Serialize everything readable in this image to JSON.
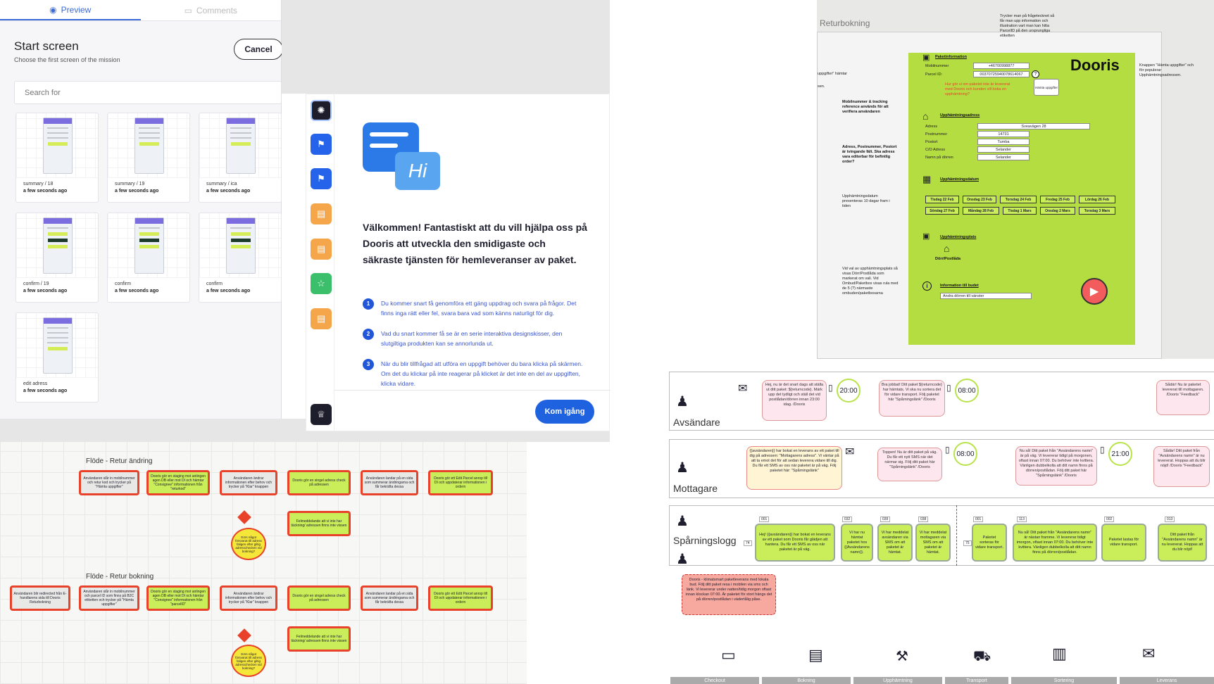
{
  "panel1": {
    "tabs": [
      "Preview",
      "Comments"
    ],
    "title": "Start screen",
    "subtitle": "Choose the first screen of the mission",
    "cancel": "Cancel",
    "search_placeholder": "Search for",
    "thumbs": [
      {
        "name": "summary / 18",
        "time": "a few seconds ago"
      },
      {
        "name": "summary / 19",
        "time": "a few seconds ago"
      },
      {
        "name": "summary / ica",
        "time": "a few seconds ago"
      },
      {
        "name": "confirm / 19",
        "time": "a few seconds ago"
      },
      {
        "name": "confirm",
        "time": "a few seconds ago"
      },
      {
        "name": "confirm",
        "time": "a few seconds ago"
      },
      {
        "name": "edit adress",
        "time": "a few seconds ago"
      }
    ]
  },
  "panel2": {
    "hi": "Hi",
    "heading": "Välkommen! Fantastiskt att du vill hjälpa oss på Dooris att utveckla den smidigaste och säkraste tjänsten för hemleveranser av paket.",
    "items": [
      {
        "n": "1",
        "text": "Du kommer snart få genomföra ett gäng uppdrag och svara på frågor. Det finns inga rätt eller fel, svara bara vad som känns naturligt för dig."
      },
      {
        "n": "2",
        "text": "Vad du snart kommer få se är en serie interaktiva designskisser, den slutgiltiga produkten kan se annorlunda ut."
      },
      {
        "n": "3",
        "text": "När du blir tillfrågad att utföra en uppgift behöver du bara klicka på skärmen. Om det du klickar på inte reagerar på klicket är det inte en del av uppgiften, klicka vidare."
      }
    ],
    "start": "Kom igång"
  },
  "panel3": {
    "frame_title": "Returbokning",
    "brand": "Dooris",
    "top_note": "Trycker man på frågetecknet så får man upp information och illustration vart man kan hitta ParcelID på den ursprungliga etiketten",
    "right_note": "Knappen \"Hämta uppgifter\" och för populerar Upphämtningsadressen.",
    "left_note_top": "uppgifter\" hämtar",
    "left_note_top2": "sen.",
    "notes_left": [
      "Mobilnummer & tracking reference används för att verifiera användaren",
      "Adress, Postnummer, Postort är tvingande fält. Ska adress vara editerbar för befintlig order?",
      "Upphämtningsdatum presenteras 10 dagar fram i tiden",
      "Vid val av upphämtningsplats så visas Dörr/Postlåda som markerat om vali. Vid Ombud/Paketbox visas rula med de 5 (?) närmaste ombuden/paketboxarna"
    ],
    "paket_header": "Paketinformation",
    "mobil_label": "Mobilnummer",
    "mobil_val": "+46700998877",
    "parcel_label": "Parcel ID:",
    "parcel_val": "00370725940078614067",
    "hamta": "Hämta uppgifter",
    "red_q": "Hur gör vi om paketet inte är levererat med Dooris och kunden vill boka en upphämtning?",
    "addr_header": "Upphämtningsadress",
    "addr_rows": [
      {
        "l": "Adress",
        "v": "Sveavägen 28"
      },
      {
        "l": "Postnummer",
        "v": "14731"
      },
      {
        "l": "Postort",
        "v": "Tumba"
      },
      {
        "l": "C/O Adress",
        "v": "Selander"
      },
      {
        "l": "Namn på dörren",
        "v": "Selander"
      }
    ],
    "date_header": "Upphämtningsdatum",
    "dates": [
      "Tisdag 22 Feb",
      "Onsdag 23 Feb",
      "Torsdag 24 Feb",
      "Fredag 25 Feb",
      "Lördag 26 Feb",
      "Söndag 27 Feb",
      "Måndag 28 Feb",
      "Tisdag 1 Mars",
      "Onsdag 2 Mars",
      "Torsdag 3 Mars"
    ],
    "place_header": "Upphämtningsplats",
    "place_val": "Dörr/Postlåda",
    "info_header": "Information till budet",
    "info_val": "Andra dörren till vänster"
  },
  "panel4": {
    "flow1_title": "Flöde - Retur ändring",
    "flow2_title": "Flöde - Retur bokning",
    "flow1": [
      "Användaren slår in mobilnummer och retur kod och trycker på \"Hämta uppgifter\"",
      "Dooris gör en staging mot antingen agen DB eller mot DI och hämtar \"Consignee\" informationen från \"returkod\"",
      "Användaren ändrar informationen efter behov och trycker på \"Klar\" knappen",
      "Dooris gör en singel adress check på adressen",
      "Användaren landar på en sida som summerar ändringarna och får bekräfta dessa",
      "Dooris gör ett Edit Parcel anrop till DI och uppdaterar informationen i ordern"
    ],
    "flow1_err": "Felmeddelande att vi inte har täckning/ adressen finns inte vissen",
    "flow1_q": "Görs något försvarat till adress faligen efter giltig adresschecken vid bokning?",
    "flow2": [
      "Användaren blir redirected från E-handlarens sida till Dooris Returbokning",
      "Användaren slår in mobilnummer och parcel ID som finns på B2C etiketten och trycker på \"Hämta uppgifter\"",
      "Dooris gör en staging mot antingen agen DB eller mot DI och hämtar \"Consignee\" informationen från \"parcelID\"",
      "Användaren ändrar informationen efter behov och trycker på \"Klar\" knappen",
      "Dooris gör en singel adress check på adressen",
      "Användaren landar på en sida som summerar ändringarna och får bekräfta dessa",
      "Dooris gör ett Edit Parcel anrop till DI och uppdaterar informationen i ordern"
    ],
    "flow2_err": "Felmeddelande att vi inte har täckning/ adressen finns inte vissen",
    "flow2_q": "Görs något försvarat till adress faligen efter giltig adresschecken vid bokning?"
  },
  "panel5": {
    "lanes": [
      "Avsändare",
      "Mottagare",
      "Spårningslogg"
    ],
    "avs_bubbles": [
      "Hej, nu är det snart dags att ställa ut ditt paket: ${returncode}. Märk upp det tydligt och ställ det vid postlådan/dörren innan 23:00 idag. /Dooris",
      "Bra jobbat! Ditt paket ${returncode} har hämtats. Vi ska nu sortera det för vidare transport. Följ paketet här \"Spårningslänk\" /Dooris",
      "Sådär! Nu är paketet levererat till mottagaren. /Dooris \"Feedback\""
    ],
    "avs_times": [
      "20:00",
      "08:00"
    ],
    "mot_bubbles": [
      "{{avsändaren}} har bokat en leverans av ett paket till dig på adressen: \"Mottagarens adress\". Vi väntar på att ta emot det för att sedan leverera vidare till dig. Du får ett SMS av oss när paketet är på väg. Följ paketet här: \"Spårningslänk\"",
      "Toppen! Nu är ditt paket på väg. Du får ett nytt SMS när det närmar sig. Följ ditt paket här \"Spårningslänk\" /Dooris",
      "Nu så! Ditt paket från \"Avsändarens namn\" är på väg. Vi levererar tidigt på morgonen, oftast innan 07:00. Du behöver inte kvittera. Vänligen dubbelkolla att ditt namn finns på dörren/postlådan. Följ ditt paket här \"Spårningslänk\" /Dooris",
      "Sådär! Ditt paket från \"Avsändarens namn\" är nu levererat. Hoppas att du blir nöjd! /Dooris \"Feedback\""
    ],
    "mot_times": [
      "08:00",
      "21:00"
    ],
    "log_boxes": [
      {
        "code": "001",
        "text": "Hej! {{avsändaren}} har bokat en leverans av ett paket som Dooris får glädjen att hantera. Du får ett SMS av oss när paketet är på väg."
      },
      {
        "code": "032",
        "text": "Vi har nu hämtat paketet hos {{Avsändarens namn}}."
      },
      {
        "code": "039",
        "text": "Vi har meddelat avsändaren via SMS om att paketet är hämtat."
      },
      {
        "code": "038",
        "text": "Vi har meddelat mottagaren via SMS om att paketet är hämtat."
      },
      {
        "code": "001",
        "text": "Paketet sorteras för vidare transport."
      },
      {
        "code": "113",
        "text": "Nu så! Ditt paket från \"Avsändarens namn\" är nästan framme. Vi levererar tidigt imorgon, oftast innan 07:00. Du behöver inte kvittera. Vänligen dubbelkolla att ditt namn finns på dörren/postlådan."
      },
      {
        "code": "002",
        "text": "Paketet lastas för vidare transport."
      },
      {
        "code": "013",
        "text": "Ditt paket från \"Avsändarens namn\" är nu levererat. Hoppas att du blir nöjd!"
      }
    ],
    "log_num_left": "74",
    "log_num_mid": "75",
    "dooris_note": "Dooris - klimatsmart paketleverans med lokala bud. Följ ditt paket resa i mobilen via sms och länk. Vi levererar under natten/tidig morgon oftast innan klockan 07:00. Är paketet för stort hängs det på dörren/postlådan i vädertålig påse.",
    "bottom_tabs": [
      "Checkout",
      "Bokning",
      "Upphämtning",
      "Transport",
      "Sortering",
      "Leverans"
    ]
  }
}
